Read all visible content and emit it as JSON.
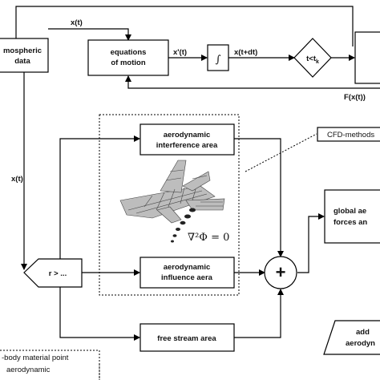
{
  "nodes": {
    "atmospheric": "mospheric\ndata",
    "equations": "equations\nof motion",
    "integral": "∫",
    "time_check": "t<tk",
    "interference": "aerodynamic\ninterference area",
    "influence": "aerodynamic\ninfluence aera",
    "free_stream": "free stream area",
    "cfd": "CFD-methods",
    "global": "global ae\nforces an",
    "add": "add\naerodyn",
    "compare": "r > ...",
    "sum": "+",
    "laplace": "∇²Φ = 0",
    "material_point": "-body material point\naerodynamic"
  },
  "edge_labels": {
    "x_t_top": "x(t)",
    "x_dot": "x'(t)",
    "x_next": "x(t+dt)",
    "f_x": "F(x(t))",
    "x_t_left": "x(t)"
  },
  "icons": [
    "aircraft-mesh-icon",
    "vortex-wake-icon"
  ]
}
